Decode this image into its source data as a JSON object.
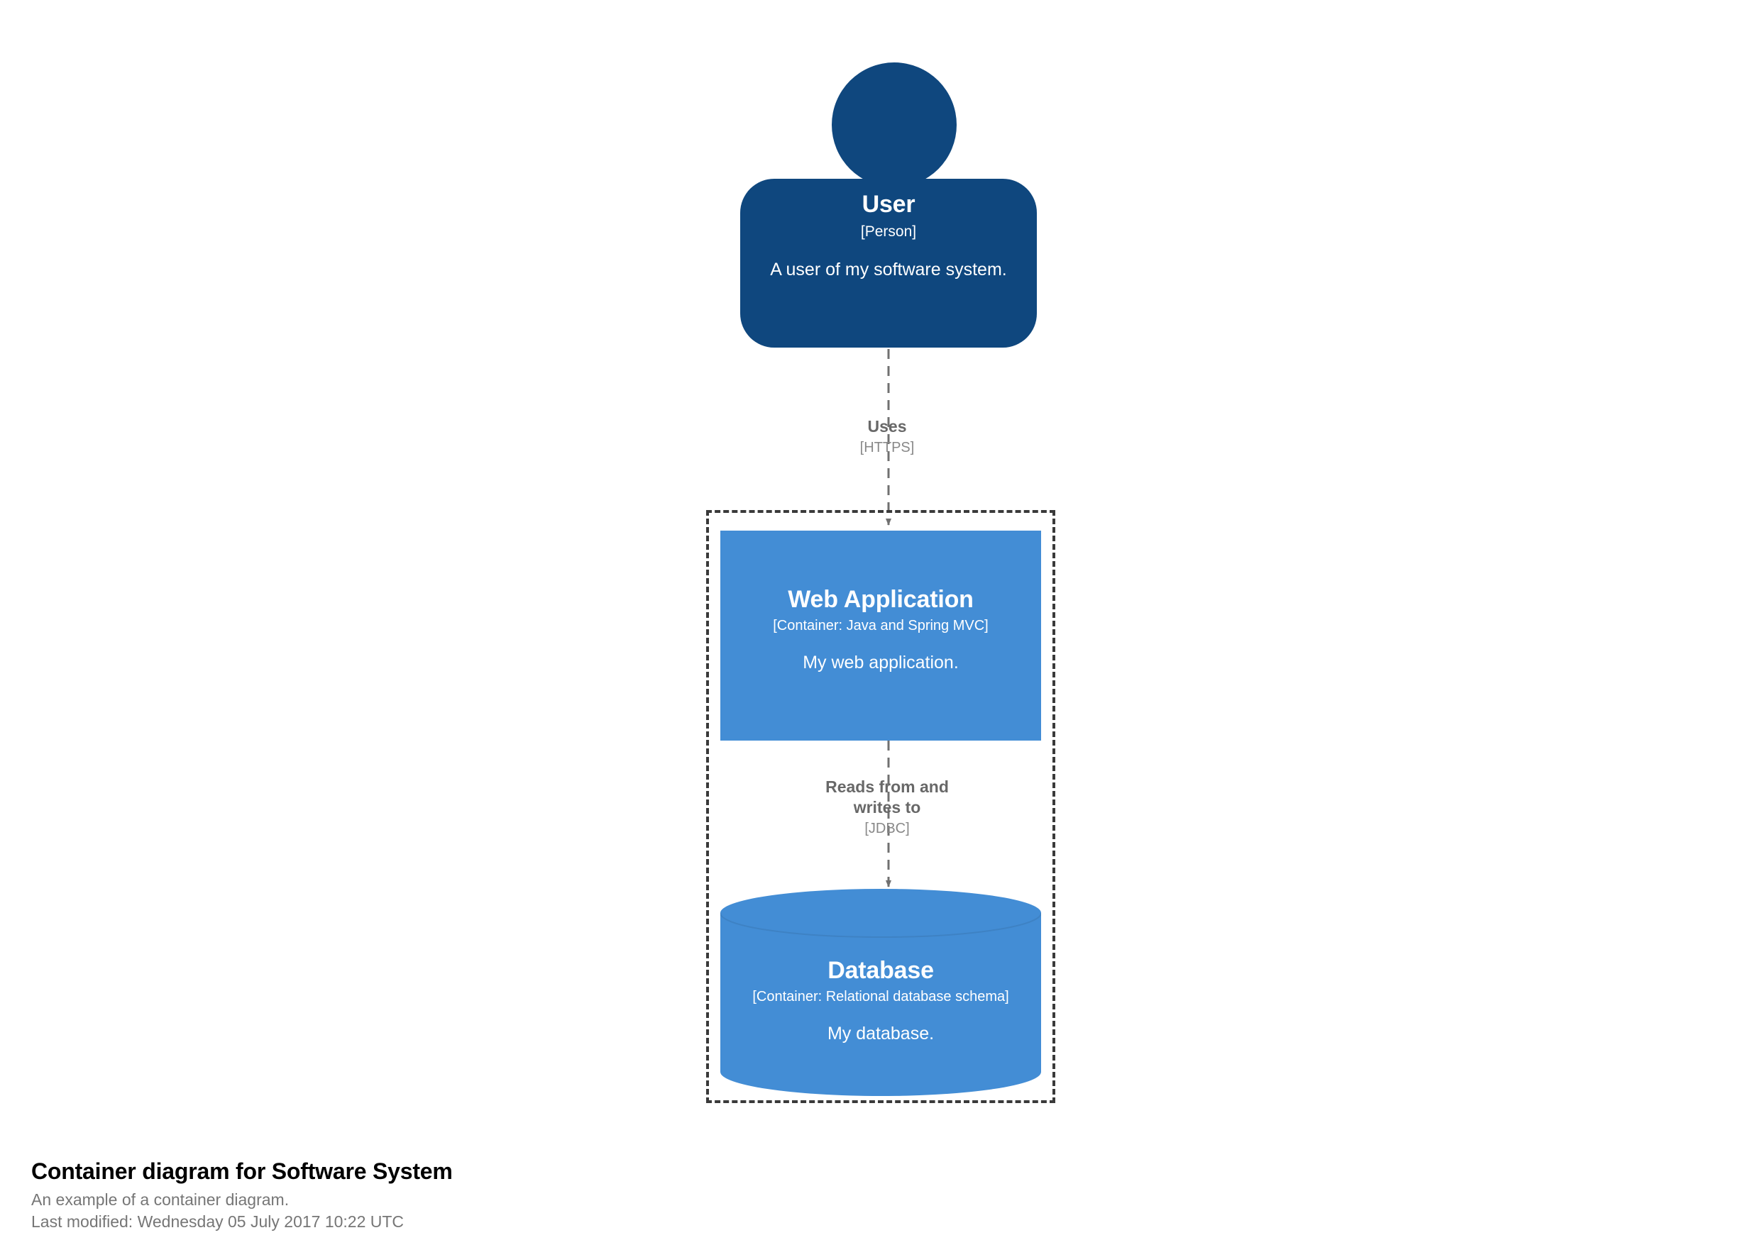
{
  "diagram": {
    "type": "c4-container-diagram",
    "colors": {
      "person_fill": "#0f477e",
      "container_fill": "#438dd5",
      "boundary_stroke": "#3a3a3a",
      "relationship_stroke": "#707070",
      "element_text": "#ffffff",
      "relationship_text": "#686868",
      "relationship_tech_text": "#888888",
      "footer_title": "#000000",
      "footer_text": "#767676",
      "background": "#ffffff"
    },
    "elements": [
      {
        "id": "user",
        "shape": "person",
        "name": "User",
        "type": "[Person]",
        "description": "A user of my software system."
      },
      {
        "id": "web-application",
        "shape": "box",
        "name": "Web Application",
        "type": "[Container: Java and Spring MVC]",
        "description": "My web application."
      },
      {
        "id": "database",
        "shape": "cylinder",
        "name": "Database",
        "type": "[Container: Relational database schema]",
        "description": "My database."
      }
    ],
    "boundary": {
      "style": "dashed",
      "label": ""
    },
    "relationships": [
      {
        "id": "user-to-webapp",
        "source": "user",
        "destination": "web-application",
        "description": "Uses",
        "technology": "[HTTPS]"
      },
      {
        "id": "webapp-to-database",
        "source": "web-application",
        "destination": "database",
        "description_line1": "Reads from and",
        "description_line2": "writes to",
        "technology": "[JDBC]"
      }
    ]
  },
  "footer": {
    "title": "Container diagram for Software System",
    "subtitle": "An example of a container diagram.",
    "last_modified": "Last modified: Wednesday 05 July 2017 10:22 UTC"
  }
}
